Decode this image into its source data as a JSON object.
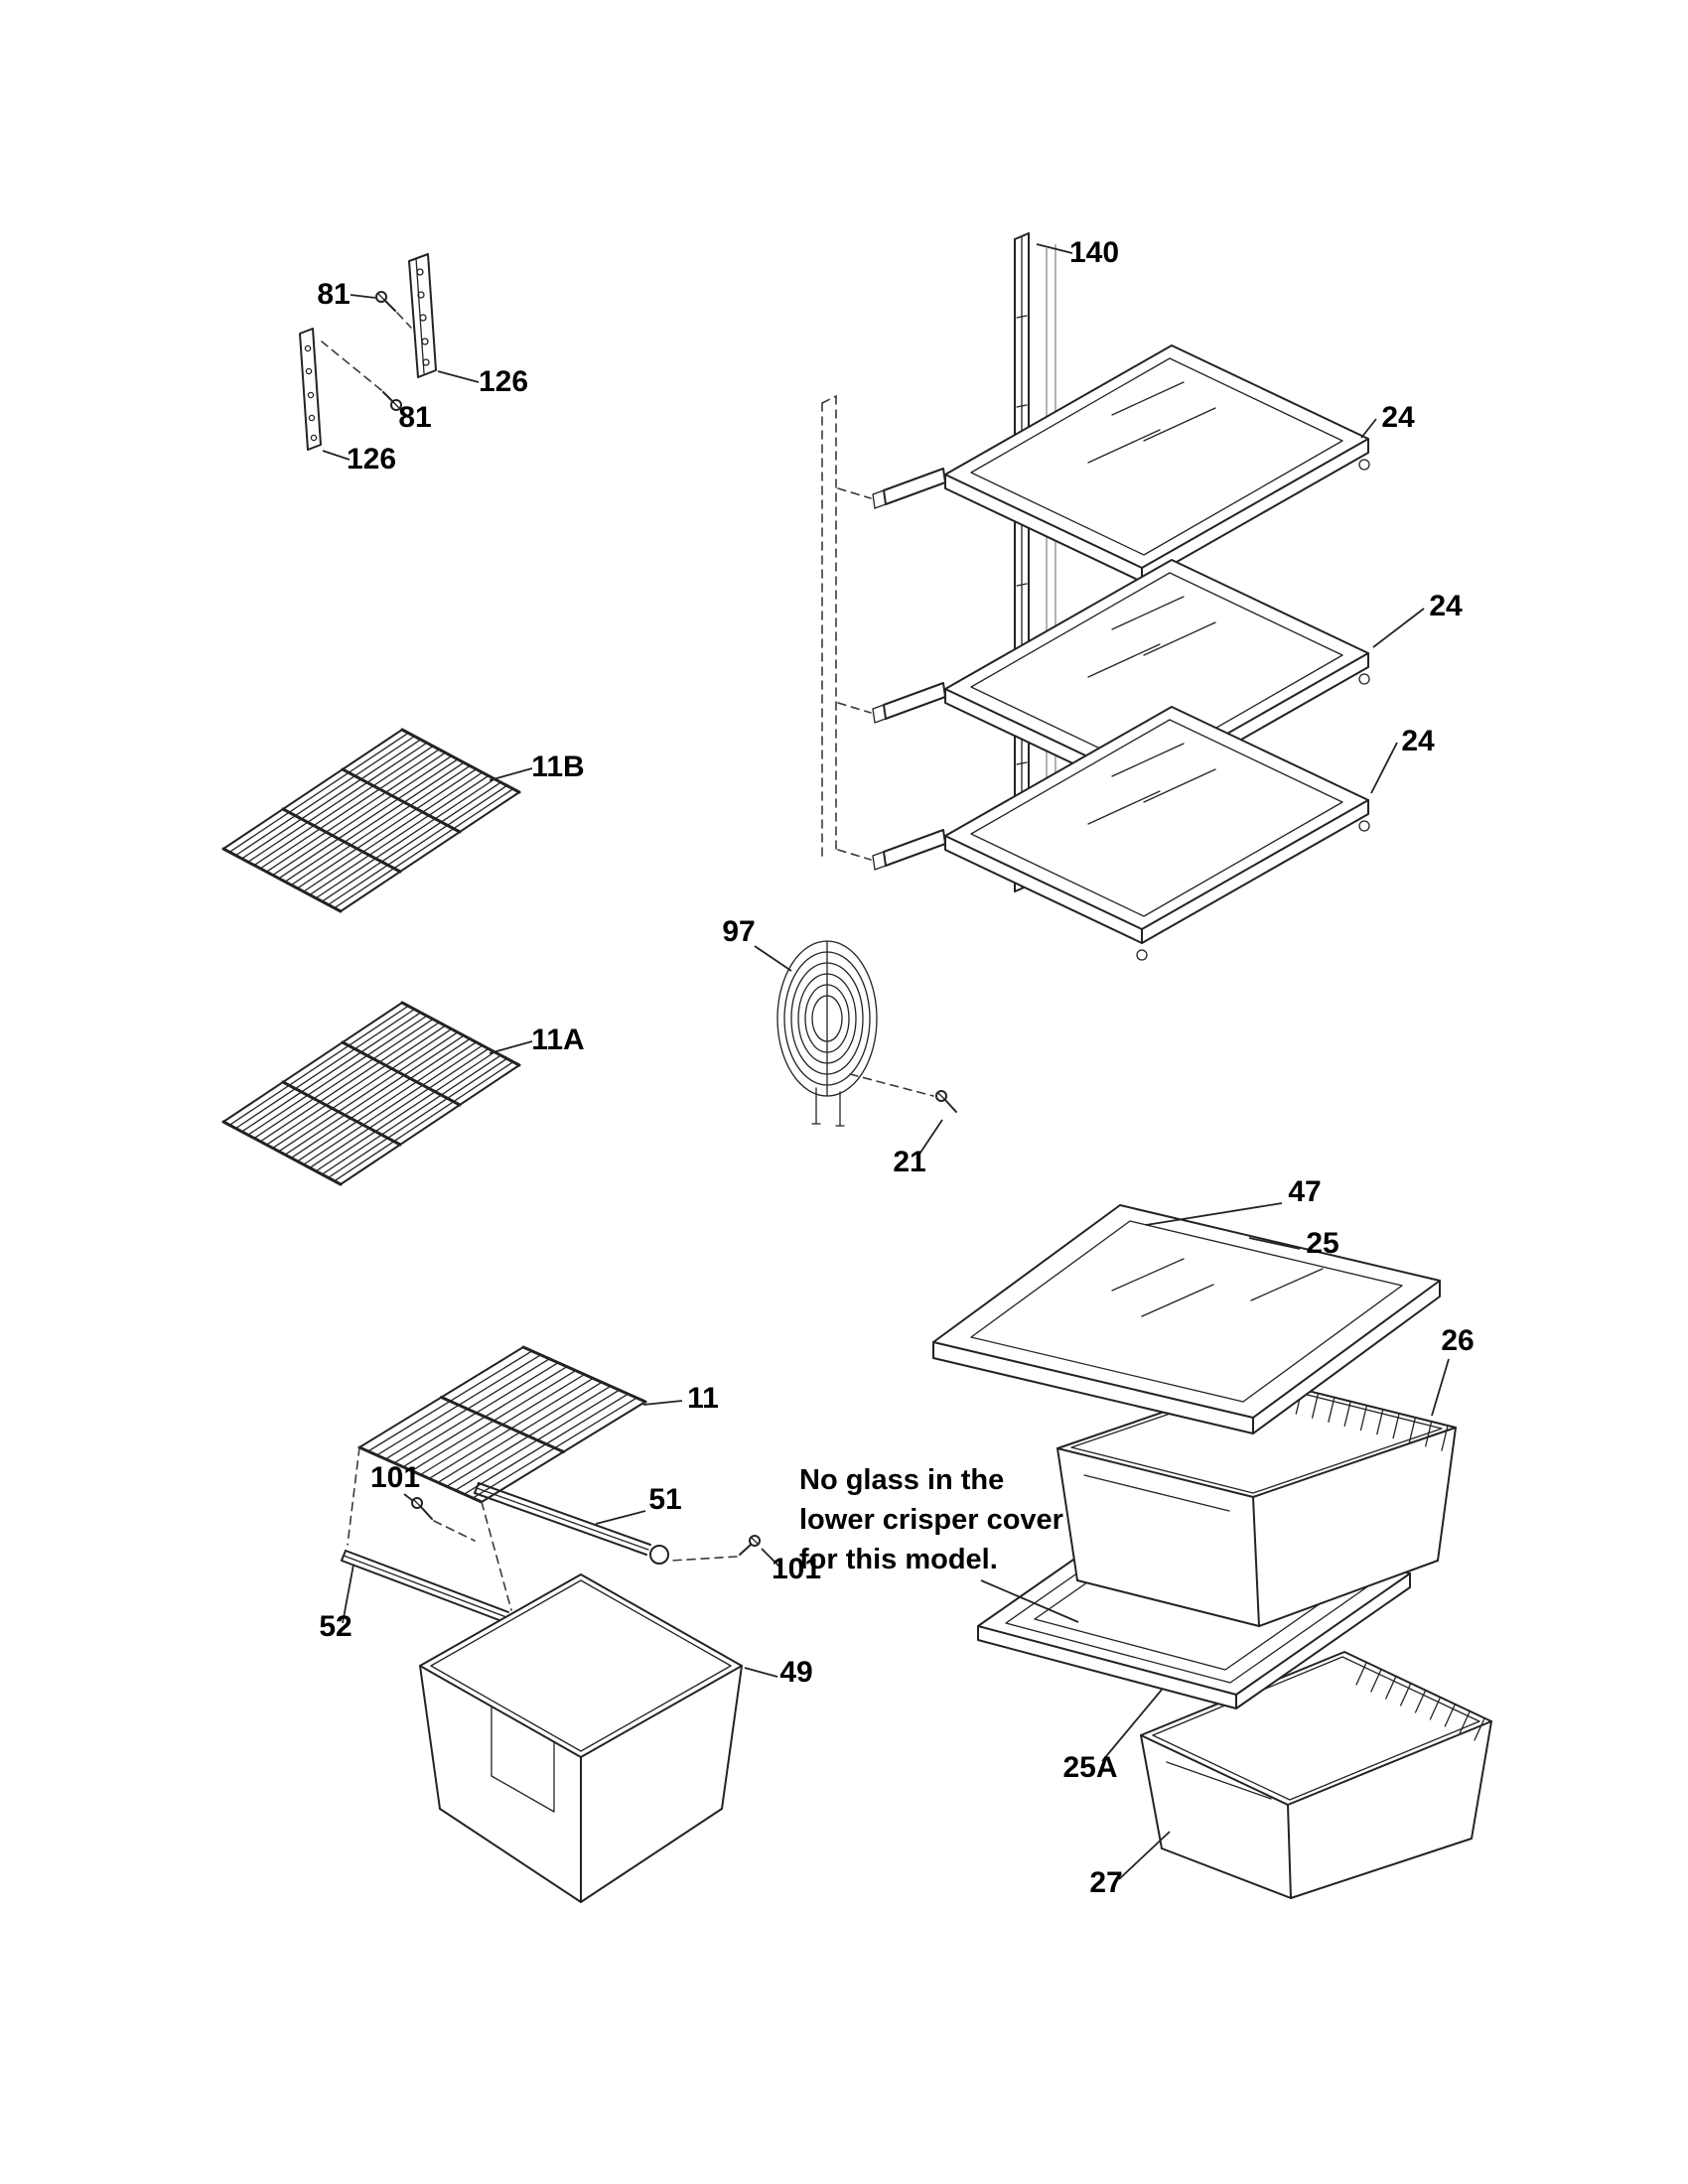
{
  "diagram": {
    "background": "#ffffff",
    "ink": "#232323",
    "bracket_group": {
      "screw_top_label": "81",
      "bracket_right_label": "126",
      "screw_bottom_label": "81",
      "bracket_left_label": "126"
    },
    "shelf_group": {
      "rail_label": "140",
      "shelf_top_label": "24",
      "shelf_middle_label": "24",
      "shelf_bottom_label": "24"
    },
    "wire_shelf_group": {
      "upper_label": "11B",
      "lower_label": "11A"
    },
    "coil_group": {
      "coil_label": "97",
      "screw_label": "21"
    },
    "slide_group": {
      "shelf_label": "11",
      "screw_left_label": "101",
      "rail_upper_label": "51",
      "rail_lower_label": "52",
      "screw_right_label": "101",
      "basket_label": "49"
    },
    "crisper_group": {
      "glass_label": "47",
      "cover_upper_label": "25",
      "pan_upper_label": "26",
      "cover_lower_label": "25A",
      "pan_lower_label": "27",
      "note_line1": "No glass in the",
      "note_line2": "lower crisper cover",
      "note_line3": "for this model."
    }
  }
}
